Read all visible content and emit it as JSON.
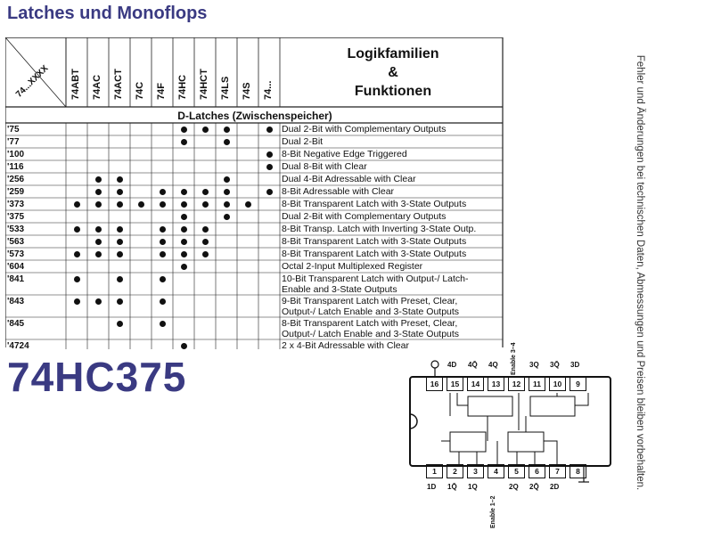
{
  "page": {
    "title": "Latches und Monoflops",
    "part_number": "74HC375",
    "side_note": "Fehler und Änderungen bei technischen Daten, Abmessungen und Preisen bleiben vorbehalten."
  },
  "table": {
    "corner_label": "74...XXXX",
    "columns": [
      "74ABT",
      "74AC",
      "74ACT",
      "74C",
      "74F",
      "74HC",
      "74HCT",
      "74LS",
      "74S",
      "74..."
    ],
    "legend_title": [
      "Logikfamilien",
      "&",
      "Funktionen"
    ],
    "section_header": "D-Latches (Zwischenspeicher)",
    "rows": [
      {
        "id": "'75",
        "function": [
          "Dual 2-Bit with Complementary Outputs"
        ],
        "marks": [
          0,
          0,
          0,
          0,
          0,
          1,
          1,
          1,
          0,
          1
        ]
      },
      {
        "id": "'77",
        "function": [
          "Dual 2-Bit"
        ],
        "marks": [
          0,
          0,
          0,
          0,
          0,
          1,
          0,
          1,
          0,
          0
        ]
      },
      {
        "id": "'100",
        "function": [
          "8-Bit Negative Edge Triggered"
        ],
        "marks": [
          0,
          0,
          0,
          0,
          0,
          0,
          0,
          0,
          0,
          1
        ]
      },
      {
        "id": "'116",
        "function": [
          "Dual 8-Bit with Clear"
        ],
        "marks": [
          0,
          0,
          0,
          0,
          0,
          0,
          0,
          0,
          0,
          1
        ]
      },
      {
        "id": "'256",
        "function": [
          "Dual 4-Bit Adressable with Clear"
        ],
        "marks": [
          0,
          1,
          1,
          0,
          0,
          0,
          0,
          1,
          0,
          0
        ]
      },
      {
        "id": "'259",
        "function": [
          "8-Bit Adressable with Clear"
        ],
        "marks": [
          0,
          1,
          1,
          0,
          1,
          1,
          1,
          1,
          0,
          1
        ]
      },
      {
        "id": "'373",
        "function": [
          "8-Bit Transparent Latch with 3-State Outputs"
        ],
        "marks": [
          1,
          1,
          1,
          1,
          1,
          1,
          1,
          1,
          1,
          0
        ]
      },
      {
        "id": "'375",
        "function": [
          "Dual 2-Bit with Complementary Outputs"
        ],
        "marks": [
          0,
          0,
          0,
          0,
          0,
          1,
          0,
          1,
          0,
          0
        ]
      },
      {
        "id": "'533",
        "function": [
          "8-Bit Transp. Latch with Inverting 3-State Outp."
        ],
        "marks": [
          1,
          1,
          1,
          0,
          1,
          1,
          1,
          0,
          0,
          0
        ]
      },
      {
        "id": "'563",
        "function": [
          "8-Bit Transparent Latch with 3-State Outputs"
        ],
        "marks": [
          0,
          1,
          1,
          0,
          1,
          1,
          1,
          0,
          0,
          0
        ]
      },
      {
        "id": "'573",
        "function": [
          "8-Bit Transparent Latch with 3-State Outputs"
        ],
        "marks": [
          1,
          1,
          1,
          0,
          1,
          1,
          1,
          0,
          0,
          0
        ]
      },
      {
        "id": "'604",
        "function": [
          "Octal 2-Input Multiplexed Register"
        ],
        "marks": [
          0,
          0,
          0,
          0,
          0,
          1,
          0,
          0,
          0,
          0
        ]
      },
      {
        "id": "'841",
        "function": [
          "10-Bit Transparent Latch with Output-/ Latch-",
          "Enable and 3-State Outputs"
        ],
        "marks": [
          1,
          0,
          1,
          0,
          1,
          0,
          0,
          0,
          0,
          0
        ]
      },
      {
        "id": "'843",
        "function": [
          "9-Bit Transparent Latch with Preset, Clear,",
          "Output-/ Latch Enable and 3-State Outputs"
        ],
        "marks": [
          1,
          1,
          1,
          0,
          1,
          0,
          0,
          0,
          0,
          0
        ]
      },
      {
        "id": "'845",
        "function": [
          "8-Bit Transparent Latch with Preset, Clear,",
          "Output-/ Latch Enable and 3-State Outputs"
        ],
        "marks": [
          0,
          0,
          1,
          0,
          1,
          0,
          0,
          0,
          0,
          0
        ]
      },
      {
        "id": "'4724",
        "function": [
          "2 x 4-Bit Adressable with Clear"
        ],
        "marks": [
          0,
          0,
          0,
          0,
          0,
          1,
          0,
          0,
          0,
          0
        ]
      }
    ]
  },
  "pinout": {
    "top_pins": [
      "16",
      "15",
      "14",
      "13",
      "12",
      "11",
      "10",
      "9"
    ],
    "bottom_pins": [
      "1",
      "2",
      "3",
      "4",
      "5",
      "6",
      "7",
      "8"
    ],
    "top_labels": [
      "4D",
      "4Q̄",
      "4Q",
      "Enable 3–4",
      "3Q",
      "3Q̄",
      "3D"
    ],
    "bottom_labels": [
      "1D",
      "1Q̄",
      "1Q",
      "Enable 1–2",
      "2Q",
      "2Q̄",
      "2D"
    ]
  }
}
